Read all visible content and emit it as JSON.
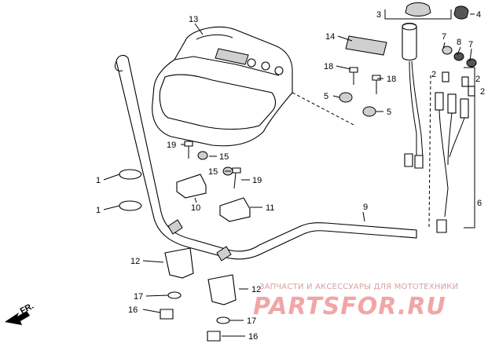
{
  "callouts": {
    "c1a": "1",
    "c1b": "1",
    "c2a": "2",
    "c2b": "2",
    "c2c": "2",
    "c3": "3",
    "c4": "4",
    "c5a": "5",
    "c5b": "5",
    "c6": "6",
    "c7a": "7",
    "c7b": "7",
    "c8": "8",
    "c9": "9",
    "c10": "10",
    "c11": "11",
    "c12a": "12",
    "c12b": "12",
    "c13": "13",
    "c14": "14",
    "c15a": "15",
    "c15b": "15",
    "c16a": "16",
    "c16b": "16",
    "c17a": "17",
    "c17b": "17",
    "c18a": "18",
    "c18b": "18",
    "c19a": "19",
    "c19b": "19"
  },
  "direction_label": "FR.",
  "watermark": {
    "line1": "ЗАПЧАСТИ И АКСЕССУАРЫ ДЛЯ МОТОТЕХНИКИ",
    "line2": "PARTSFOR.RU"
  }
}
